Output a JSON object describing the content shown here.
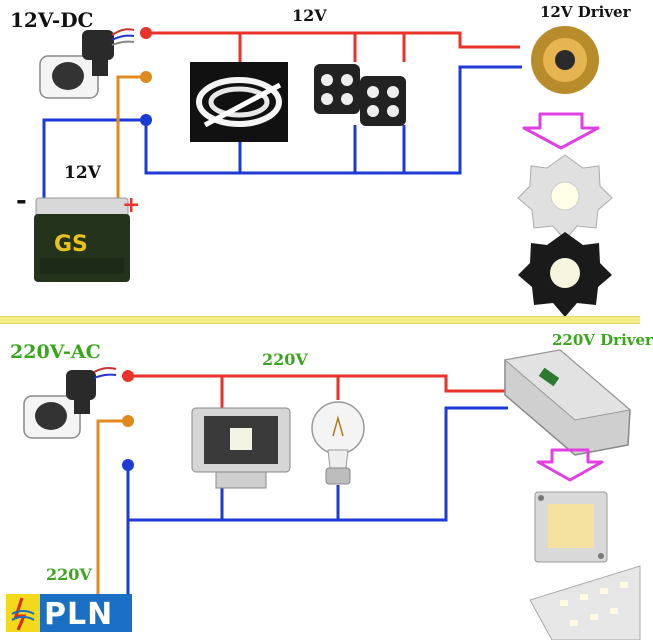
{
  "top": {
    "source_label": "12V-DC",
    "bus_label": "12V",
    "battery_label": "12V",
    "driver_label": "12V Driver",
    "minus": "-",
    "plus": "+",
    "battery_brand": "GS",
    "battery_small": "GS"
  },
  "bottom": {
    "source_label": "220V-AC",
    "bus_label": "220V",
    "feed_label": "220V",
    "driver_label": "220V Driver",
    "utility_label": "PLN"
  },
  "colors": {
    "live": "#e8322a",
    "neutral": "#1c3ad6",
    "sensor": "#e08a1e",
    "arrow": "#e040e0",
    "label_green": "#3aa61c",
    "divider": "#f2ec86"
  }
}
